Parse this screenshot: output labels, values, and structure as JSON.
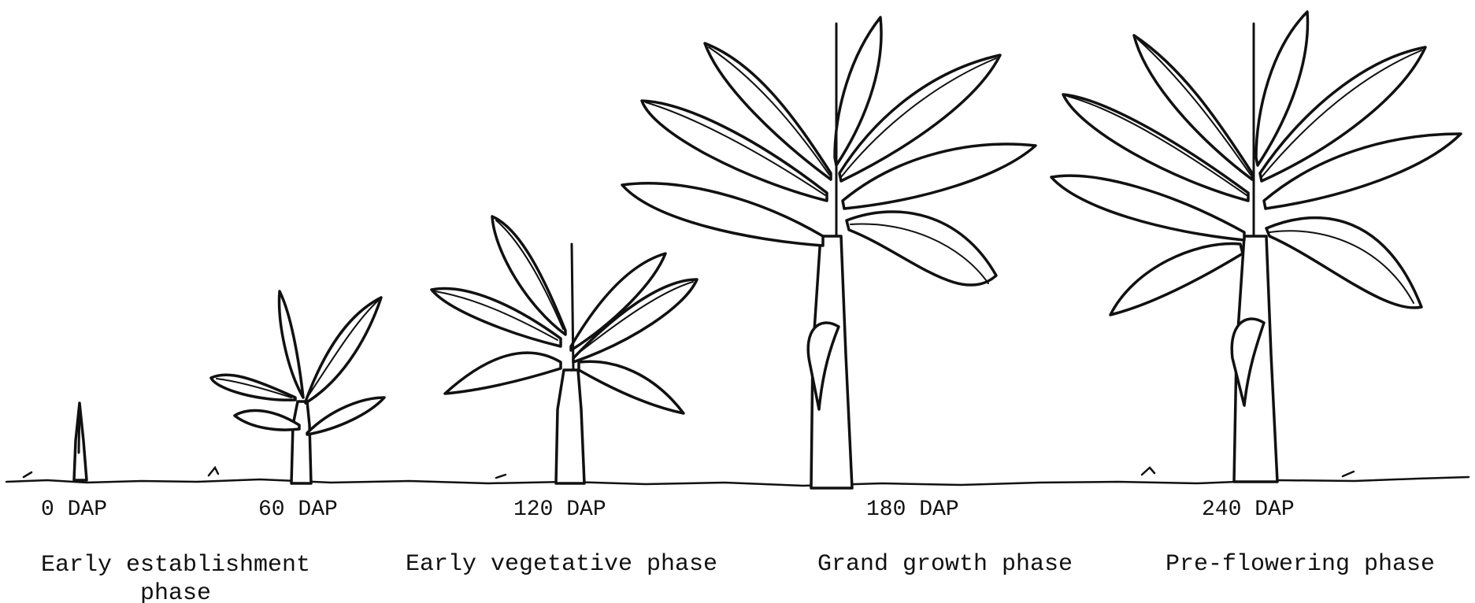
{
  "stages": [
    {
      "dap": "0 DAP",
      "phase": ""
    },
    {
      "dap": "60 DAP",
      "phase": ""
    },
    {
      "dap": "120 DAP",
      "phase": ""
    },
    {
      "dap": "180 DAP",
      "phase": ""
    },
    {
      "dap": "240 DAP",
      "phase": ""
    }
  ],
  "phases": [
    "Early establishment phase",
    "Early vegetative phase",
    "Grand growth phase",
    "Pre-flowering phase"
  ],
  "colors": {
    "ink": "#111111",
    "background": "#ffffff"
  }
}
